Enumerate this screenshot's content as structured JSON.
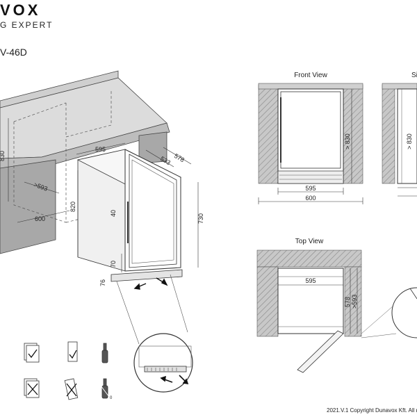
{
  "header": {
    "brand": "VOX",
    "tagline": "G EXPERT",
    "model": "V-46D"
  },
  "views": {
    "front_title": "Front View",
    "side_title": "Si",
    "top_title": "Top View"
  },
  "dimensions": {
    "d830": "830",
    "d593": ">593",
    "d595": "595",
    "d578": "578",
    "d533": "533",
    "d820": "820",
    "d600": "600",
    "d40": "40",
    "d730": "730",
    "d70": "70",
    "d76": "76",
    "front_830": "> 830",
    "front_595": "595",
    "front_600": "600",
    "side_830": "> 830",
    "top_595": "595",
    "top_578": "578",
    "top_593": ">593"
  },
  "icons": {
    "small_label": "0"
  },
  "footer": {
    "copyright": "2021.V.1 Copyright Dunavox Kft. All r"
  }
}
